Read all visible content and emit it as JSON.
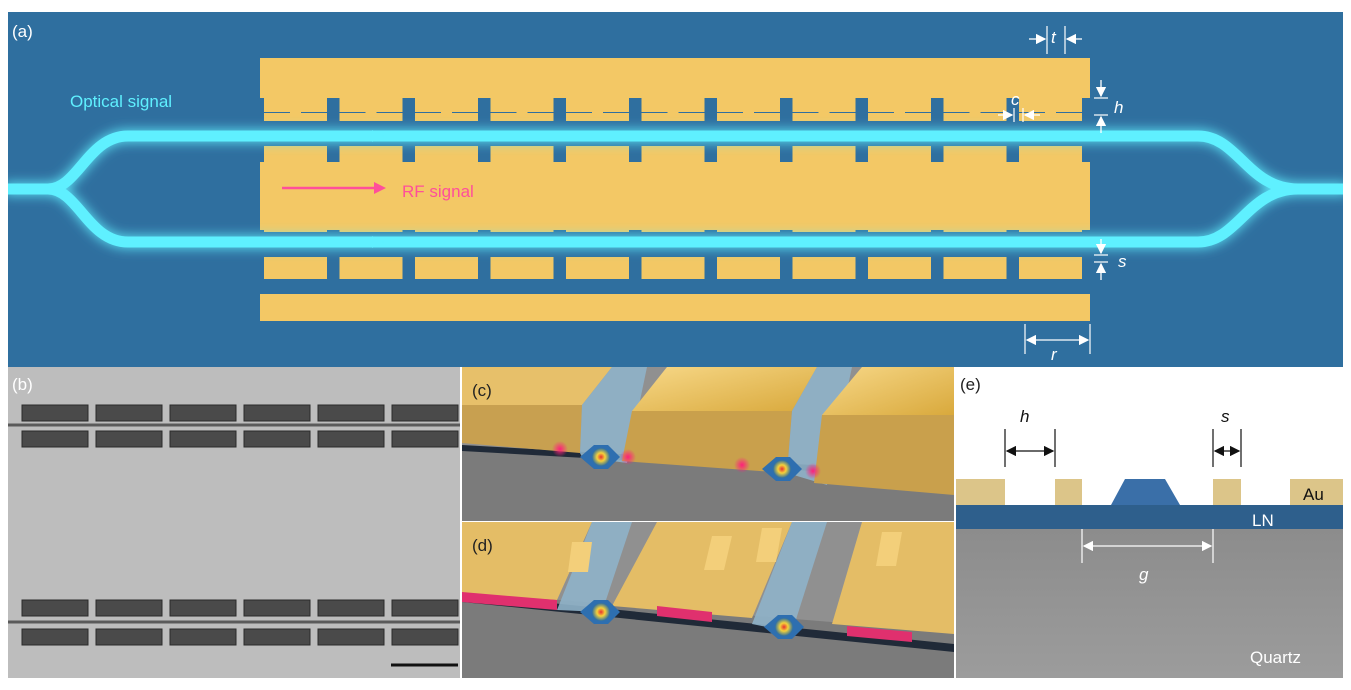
{
  "panels": {
    "a": {
      "label": "(a)",
      "optical_label": "Optical signal",
      "rf_label": "RF signal",
      "dim_t": "t",
      "dim_c": "c",
      "dim_h": "h",
      "dim_s": "s",
      "dim_r": "r"
    },
    "b": {
      "label": "(b)"
    },
    "c": {
      "label": "(c)"
    },
    "d": {
      "label": "(d)"
    },
    "e": {
      "label": "(e)",
      "dim_h": "h",
      "dim_s": "s",
      "dim_g": "g",
      "layer_au": "Au",
      "layer_ln": "LN",
      "layer_quartz": "Quartz"
    }
  },
  "colors": {
    "background_blue": "#2f6f9f",
    "gold": "#f3c865",
    "waveguide_cyan": "#5ff0ff",
    "rf_pink": "#ff4f9a"
  }
}
